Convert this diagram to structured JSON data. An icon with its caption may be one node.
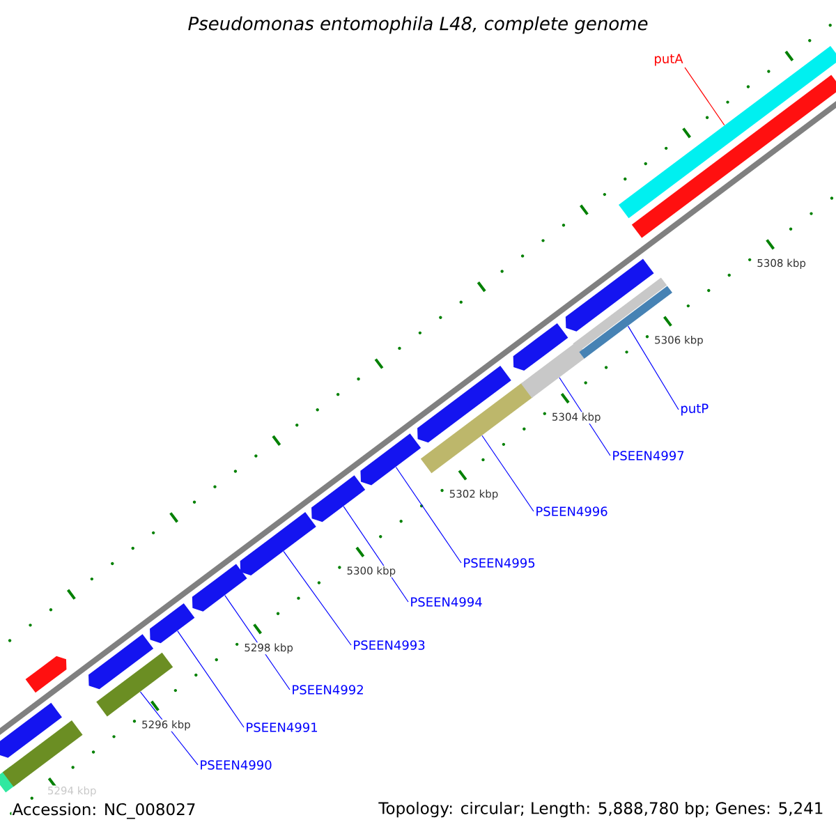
{
  "diagram": {
    "title": "Pseudomonas entomophila L48, complete genome",
    "nodes": [
      {
        "text": [
          "putA"
        ]
      },
      {
        "text": [
          "putP"
        ]
      },
      {
        "text": [
          "PSEEN4997"
        ]
      },
      {
        "text": [
          "PSEEN4996"
        ]
      },
      {
        "text": [
          "PSEEN4995"
        ]
      },
      {
        "text": [
          "PSEEN4994"
        ]
      },
      {
        "text": [
          "PSEEN4993"
        ]
      },
      {
        "text": [
          "PSEEN4992"
        ]
      },
      {
        "text": [
          "PSEEN4991"
        ]
      },
      {
        "text": [
          "PSEEN4990"
        ]
      },
      {
        "text": [],
        "shape": "bar"
      },
      {
        "text": [],
        "shape": "arrow"
      },
      {
        "text": [],
        "shape": "bar"
      },
      {
        "text": [],
        "shape": "arrow"
      },
      {
        "text": [],
        "shape": "arrow"
      },
      {
        "text": [],
        "shape": "bar"
      },
      {
        "text": [],
        "shape": "arrow"
      },
      {
        "text": [],
        "shape": "arrow"
      },
      {
        "text": [],
        "shape": "arrow"
      },
      {
        "text": [],
        "shape": "arrow"
      },
      {
        "text": [],
        "shape": "arrow"
      },
      {
        "text": [],
        "shape": "bar"
      },
      {
        "text": [],
        "shape": "arrow"
      },
      {
        "text": [],
        "shape": "bar"
      },
      {
        "text": [],
        "shape": "arrow"
      },
      {
        "text": [],
        "shape": "bar"
      },
      {
        "text": [],
        "shape": "bar"
      },
      {
        "text": [],
        "shape": "arrow"
      },
      {
        "text": [],
        "shape": "bar"
      },
      {
        "text": [],
        "shape": "bar"
      }
    ],
    "edges": [
      {
        "from": 0,
        "to": 29,
        "arrow": "none",
        "color": "#ff0000"
      },
      {
        "from": 1,
        "to": 26,
        "arrow": "none"
      },
      {
        "from": 2,
        "to": 23,
        "arrow": "none"
      },
      {
        "from": 3,
        "to": 21,
        "arrow": "none"
      },
      {
        "from": 4,
        "to": 20,
        "arrow": "none"
      },
      {
        "from": 5,
        "to": 19,
        "arrow": "none"
      },
      {
        "from": 6,
        "to": 18,
        "arrow": "none"
      },
      {
        "from": 7,
        "to": 17,
        "arrow": "none"
      },
      {
        "from": 8,
        "to": 16,
        "arrow": "none"
      },
      {
        "from": 9,
        "to": 15,
        "arrow": "none"
      }
    ],
    "labels": [
      "5308 kbp",
      "5306 kbp",
      "5304 kbp",
      "5302 kbp",
      "5300 kbp",
      "5298 kbp",
      "5296 kbp",
      "5294 kbp",
      "Accession: NC_008027",
      "Topology: circular; Length: 5,888,780 bp; Genes: 5,241"
    ]
  }
}
